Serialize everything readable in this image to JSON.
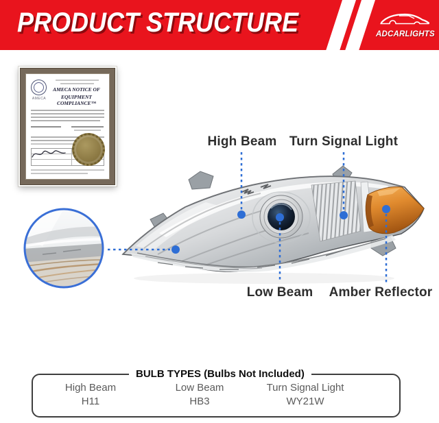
{
  "header": {
    "title": "PRODUCT STRUCTURE",
    "brand": "ADCARLIGHTS"
  },
  "certificate": {
    "title_line1": "AMECA NOTICE OF",
    "title_line2": "EQUIPMENT COMPLIANCE™",
    "emblem_caption": "AMECA"
  },
  "callouts": {
    "high_beam": {
      "label": "High Beam"
    },
    "turn_signal": {
      "label": "Turn Signal Light"
    },
    "low_beam": {
      "label": "Low Beam"
    },
    "amber_reflector": {
      "label": "Amber Reflector"
    }
  },
  "bulb_types": {
    "title": "BULB TYPES (Bulbs Not Included)",
    "columns": [
      {
        "name": "High Beam",
        "bulb": "H11"
      },
      {
        "name": "Low Beam",
        "bulb": "HB3"
      },
      {
        "name": "Turn Signal Light",
        "bulb": "WY21W"
      }
    ]
  },
  "colors": {
    "banner_red": "#e9141d",
    "callout_blue": "#2e6ed5",
    "amber_reflector": "#e08a2e",
    "certificate_frame": "#76695a",
    "seal_gold": "#84713c"
  }
}
